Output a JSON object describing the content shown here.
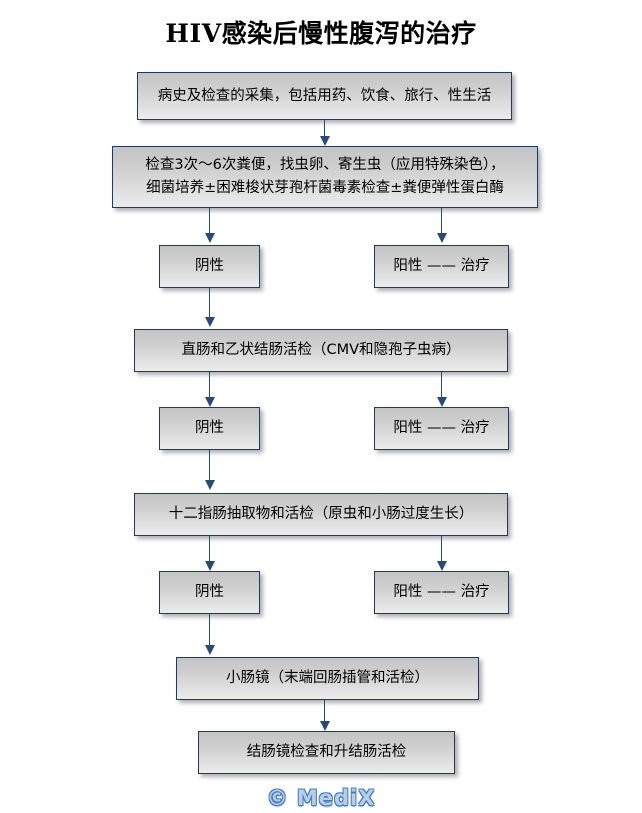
{
  "title": "HIV感染后慢性腹泻的治疗",
  "watermark": "© MediX",
  "colors": {
    "border": "#1f3864",
    "connector": "#2b4a6f",
    "fill_top": "#c4c4c4",
    "fill_bottom": "#ececec",
    "background": "#ffffff",
    "watermark": "#4a7ebb"
  },
  "nodes": {
    "step1": "病史及检查的采集，包括用药、饮食、旅行、性生活",
    "step2": "检查3次～6次粪便，找虫卵、寄生虫（应用特殊染色），\n细菌培养±困难梭状芽孢杆菌毒素检查±粪便弹性蛋白酶",
    "neg1": "阴性",
    "pos1": "阳性 —— 治疗",
    "step3": "直肠和乙状结肠活检（CMV和隐孢子虫病）",
    "neg2": "阴性",
    "pos2": "阳性 —— 治疗",
    "step4": "十二指肠抽取物和活检（原虫和小肠过度生长）",
    "neg3": "阴性",
    "pos3": "阳性 —— 治疗",
    "step5": "小肠镜（末端回肠插管和活检）",
    "step6": "结肠镜检查和升结肠活检"
  }
}
